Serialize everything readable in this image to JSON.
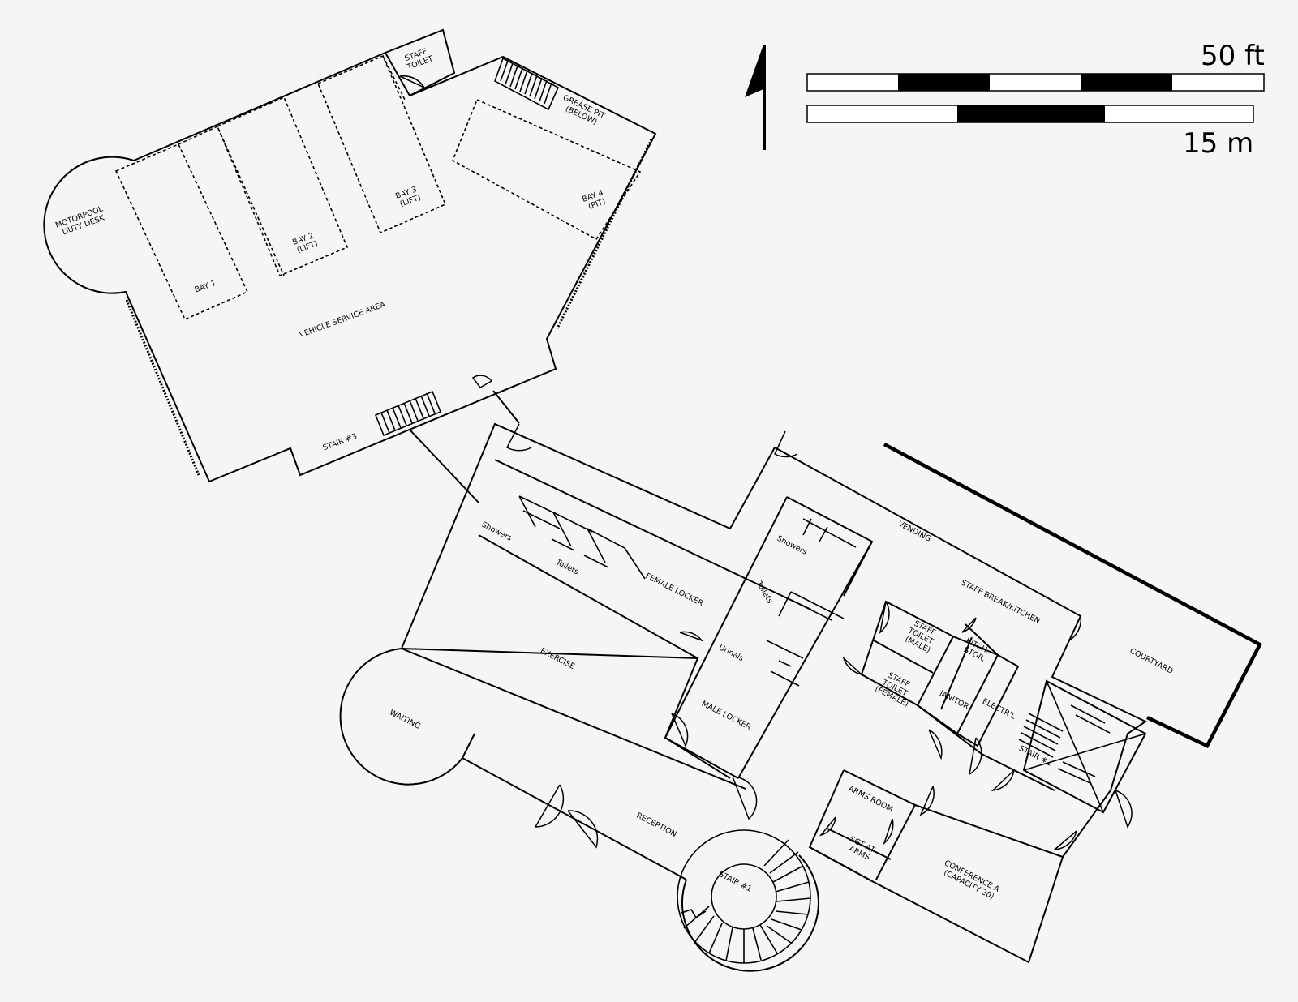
{
  "scale": {
    "feet_label": "50 ft",
    "meters_label": "15 m"
  },
  "compass": {
    "icon": "north-arrow-icon"
  },
  "garage": {
    "staff_toilet": "STAFF\nTOILET",
    "grease_pit": "GREASE PIT\n(BELOW)",
    "motorpool": "MOTORPOOL\nDUTY DESK",
    "bay1": "BAY 1",
    "bay2": "BAY 2\n(LIFT)",
    "bay3": "BAY 3\n(LIFT)",
    "bay4": "BAY 4\n(PIT)",
    "vehicle_area": "VEHICLE SERVICE AREA",
    "stair3": "STAIR #3"
  },
  "main": {
    "showers_f": "Showers",
    "toilets_f": "Toilets",
    "female_locker": "FEMALE LOCKER",
    "exercise": "EXERCISE",
    "showers_m": "Showers",
    "toilets_m": "Toilets",
    "urinals": "Urinals",
    "male_locker": "MALE LOCKER",
    "vending": "VENDING",
    "staff_break": "STAFF BREAK/KITCHEN",
    "courtyard": "COURTYARD",
    "staff_toilet_male": "STAFF\nTOILET\n(MALE)",
    "kitch_stor": "KITCH.\nSTOR.",
    "staff_toilet_female": "STAFF\nTOILET\n(FEMALE)",
    "janitor": "JANITOR",
    "electrl": "ELECTR'L",
    "stair2": "STAIR #2",
    "waiting": "WAITING",
    "reception": "RECEPTION",
    "arms_room": "ARMS ROOM",
    "sgt_at_arms": "SGT AT\nARMS",
    "conference": "CONFERENCE A\n(CAPACITY 20)",
    "stair1": "STAIR #1"
  }
}
